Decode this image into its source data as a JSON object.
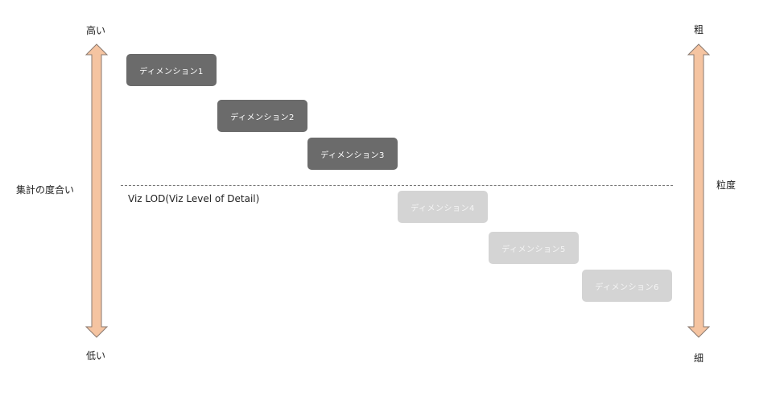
{
  "left_axis": {
    "top_label": "高い",
    "bottom_label": "低い",
    "middle_label": "集計の度合い"
  },
  "right_axis": {
    "top_label": "粗",
    "bottom_label": "細",
    "middle_label": "粒度"
  },
  "divider_label": "Viz LOD(Viz Level of Detail)",
  "dimensions": [
    {
      "label": "ディメンション1"
    },
    {
      "label": "ディメンション2"
    },
    {
      "label": "ディメンション3"
    },
    {
      "label": "ディメンション4"
    },
    {
      "label": "ディメンション5"
    },
    {
      "label": "ディメンション6"
    }
  ],
  "colors": {
    "arrow_fill": "#f5c4a1",
    "arrow_stroke": "#8a7a70",
    "dimension_above": "#6b6b6b",
    "dimension_below": "#d4d4d4"
  }
}
